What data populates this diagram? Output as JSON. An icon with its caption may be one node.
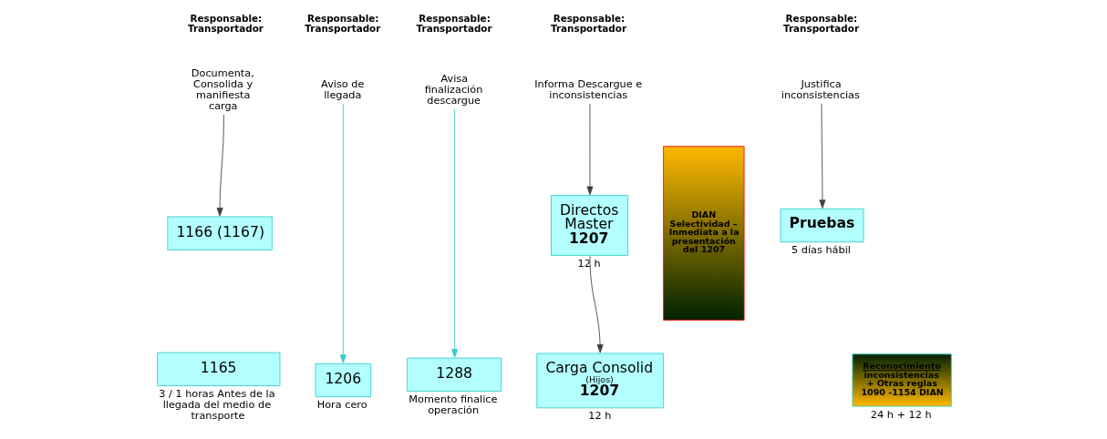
{
  "diagram": {
    "nodes": [
      {
        "text": [
          "Documenta, Consolida y manifiesta carga"
        ]
      },
      {
        "text": [
          "1166 (1167)"
        ]
      },
      {
        "text": [
          "1165"
        ],
        "beside": [
          "3 / 1 horas Antes de la llegada del medio de transporte"
        ]
      },
      {
        "text": [
          "Aviso de llegada"
        ]
      },
      {
        "text": [
          "1206"
        ],
        "beside": [
          "Hora cero"
        ]
      },
      {
        "text": [
          "Avisa finalización descargue"
        ]
      },
      {
        "text": [
          "1288"
        ],
        "beside": [
          "Momento finalice operación"
        ]
      },
      {
        "text": [
          "Informa Descargue e inconsistencias"
        ]
      },
      {
        "text": [
          "Directos Master",
          "1207"
        ],
        "beside": [
          "12 h"
        ]
      },
      {
        "text": [
          "Carga Consolid",
          "(Hijos)",
          "1207"
        ],
        "beside": [
          "12 h"
        ]
      },
      {
        "text": [
          "DIAN Selectividad – Inmediata a la presentación del 1207"
        ]
      },
      {
        "text": [
          "Justifica inconsistencias"
        ]
      },
      {
        "text": [
          "Pruebas"
        ],
        "beside": [
          "5 días hábil"
        ]
      },
      {
        "text": [
          "Reconocimiento",
          "inconsistencias + Otras reglas",
          "1090 -1154 DIAN"
        ],
        "beside": [
          "24 h + 12 h"
        ]
      }
    ],
    "edges": [
      {
        "from": 0,
        "to": 1,
        "arrow": "to"
      },
      {
        "from": 3,
        "to": 4,
        "arrow": "to",
        "color": "#33cccc"
      },
      {
        "from": 5,
        "to": 6,
        "arrow": "to",
        "color": "#33cccc"
      },
      {
        "from": 7,
        "to": 8,
        "arrow": "to"
      },
      {
        "from": 8,
        "to": 9,
        "arrow": "to"
      },
      {
        "from": 11,
        "to": 12,
        "arrow": "to"
      }
    ],
    "labels": [
      "Responsable: Transportador",
      "Responsable: Transportador",
      "Responsable: Transportador",
      "Responsable: Transportador",
      "Responsable: Transportador"
    ]
  }
}
